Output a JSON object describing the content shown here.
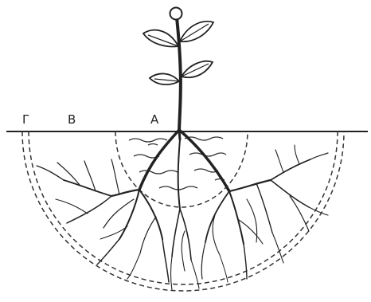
{
  "labels": {
    "gamma": "Г",
    "ve": "В",
    "a": "А"
  }
}
